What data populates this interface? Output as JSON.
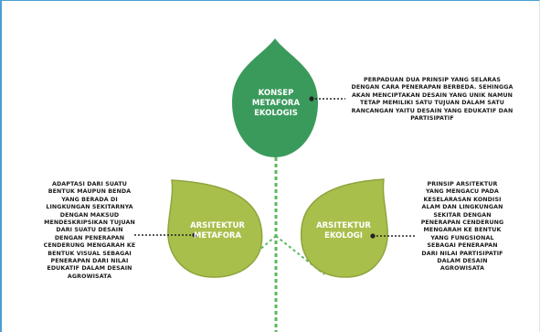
{
  "nodes": {
    "top": {
      "lines": [
        "KONSEP",
        "METAFORA",
        "EKOLOGIS"
      ],
      "color": "#3a9a5c"
    },
    "left": {
      "lines": [
        "ARSITEKTUR",
        "METAFORA"
      ],
      "color": "#a9bf4c"
    },
    "right": {
      "lines": [
        "ARSITEKTUR",
        "EKOLOGI"
      ],
      "color": "#a9bf4c"
    }
  },
  "descriptions": {
    "top": "PERPADUAN DUA PRINSIP YANG SELARAS DENGAN CARA PENERAPAN BERBEDA. SEHINGGA AKAN MENCIPTAKAN DESAIN YANG UNIK NAMUN TETAP MEMILIKI SATU TUJUAN DALAM SATU RANCANGAN YAITU DESAIN YANG EDUKATIF DAN PARTISIPATIF",
    "left": "ADAPTASI DARI SUATU BENTUK MAUPUN BENDA YANG BERADA DI LINGKUNGAN SEKITARNYA DENGAN MAKSUD MENDESKRIPSIKAN TUJUAN DARI SUATU DESAIN DENGAN PENERAPAN CENDERUNG MENGARAH KE BENTUK VISUAL SEBAGAI PENERAPAN DARI NILAI EDUKATIF DALAM DESAIN AGROWISATA",
    "right": "PRINSIP ARSITEKTUR YANG MENGACU PADA KESELARASAN KONDISI ALAM DAN LINGKUNGAN SEKITAR DENGAN PENERAPAN CENDERUNG MENGARAH KE BENTUK YANG FUNGSIONAL SEBAGAI PENERAPAN DARI NILAI PARTISIPATIF DALAM DESAIN AGROWISATA"
  },
  "colors": {
    "stem": "#5cb85c",
    "connector": "#222222",
    "frame": "#4a9fd0"
  }
}
